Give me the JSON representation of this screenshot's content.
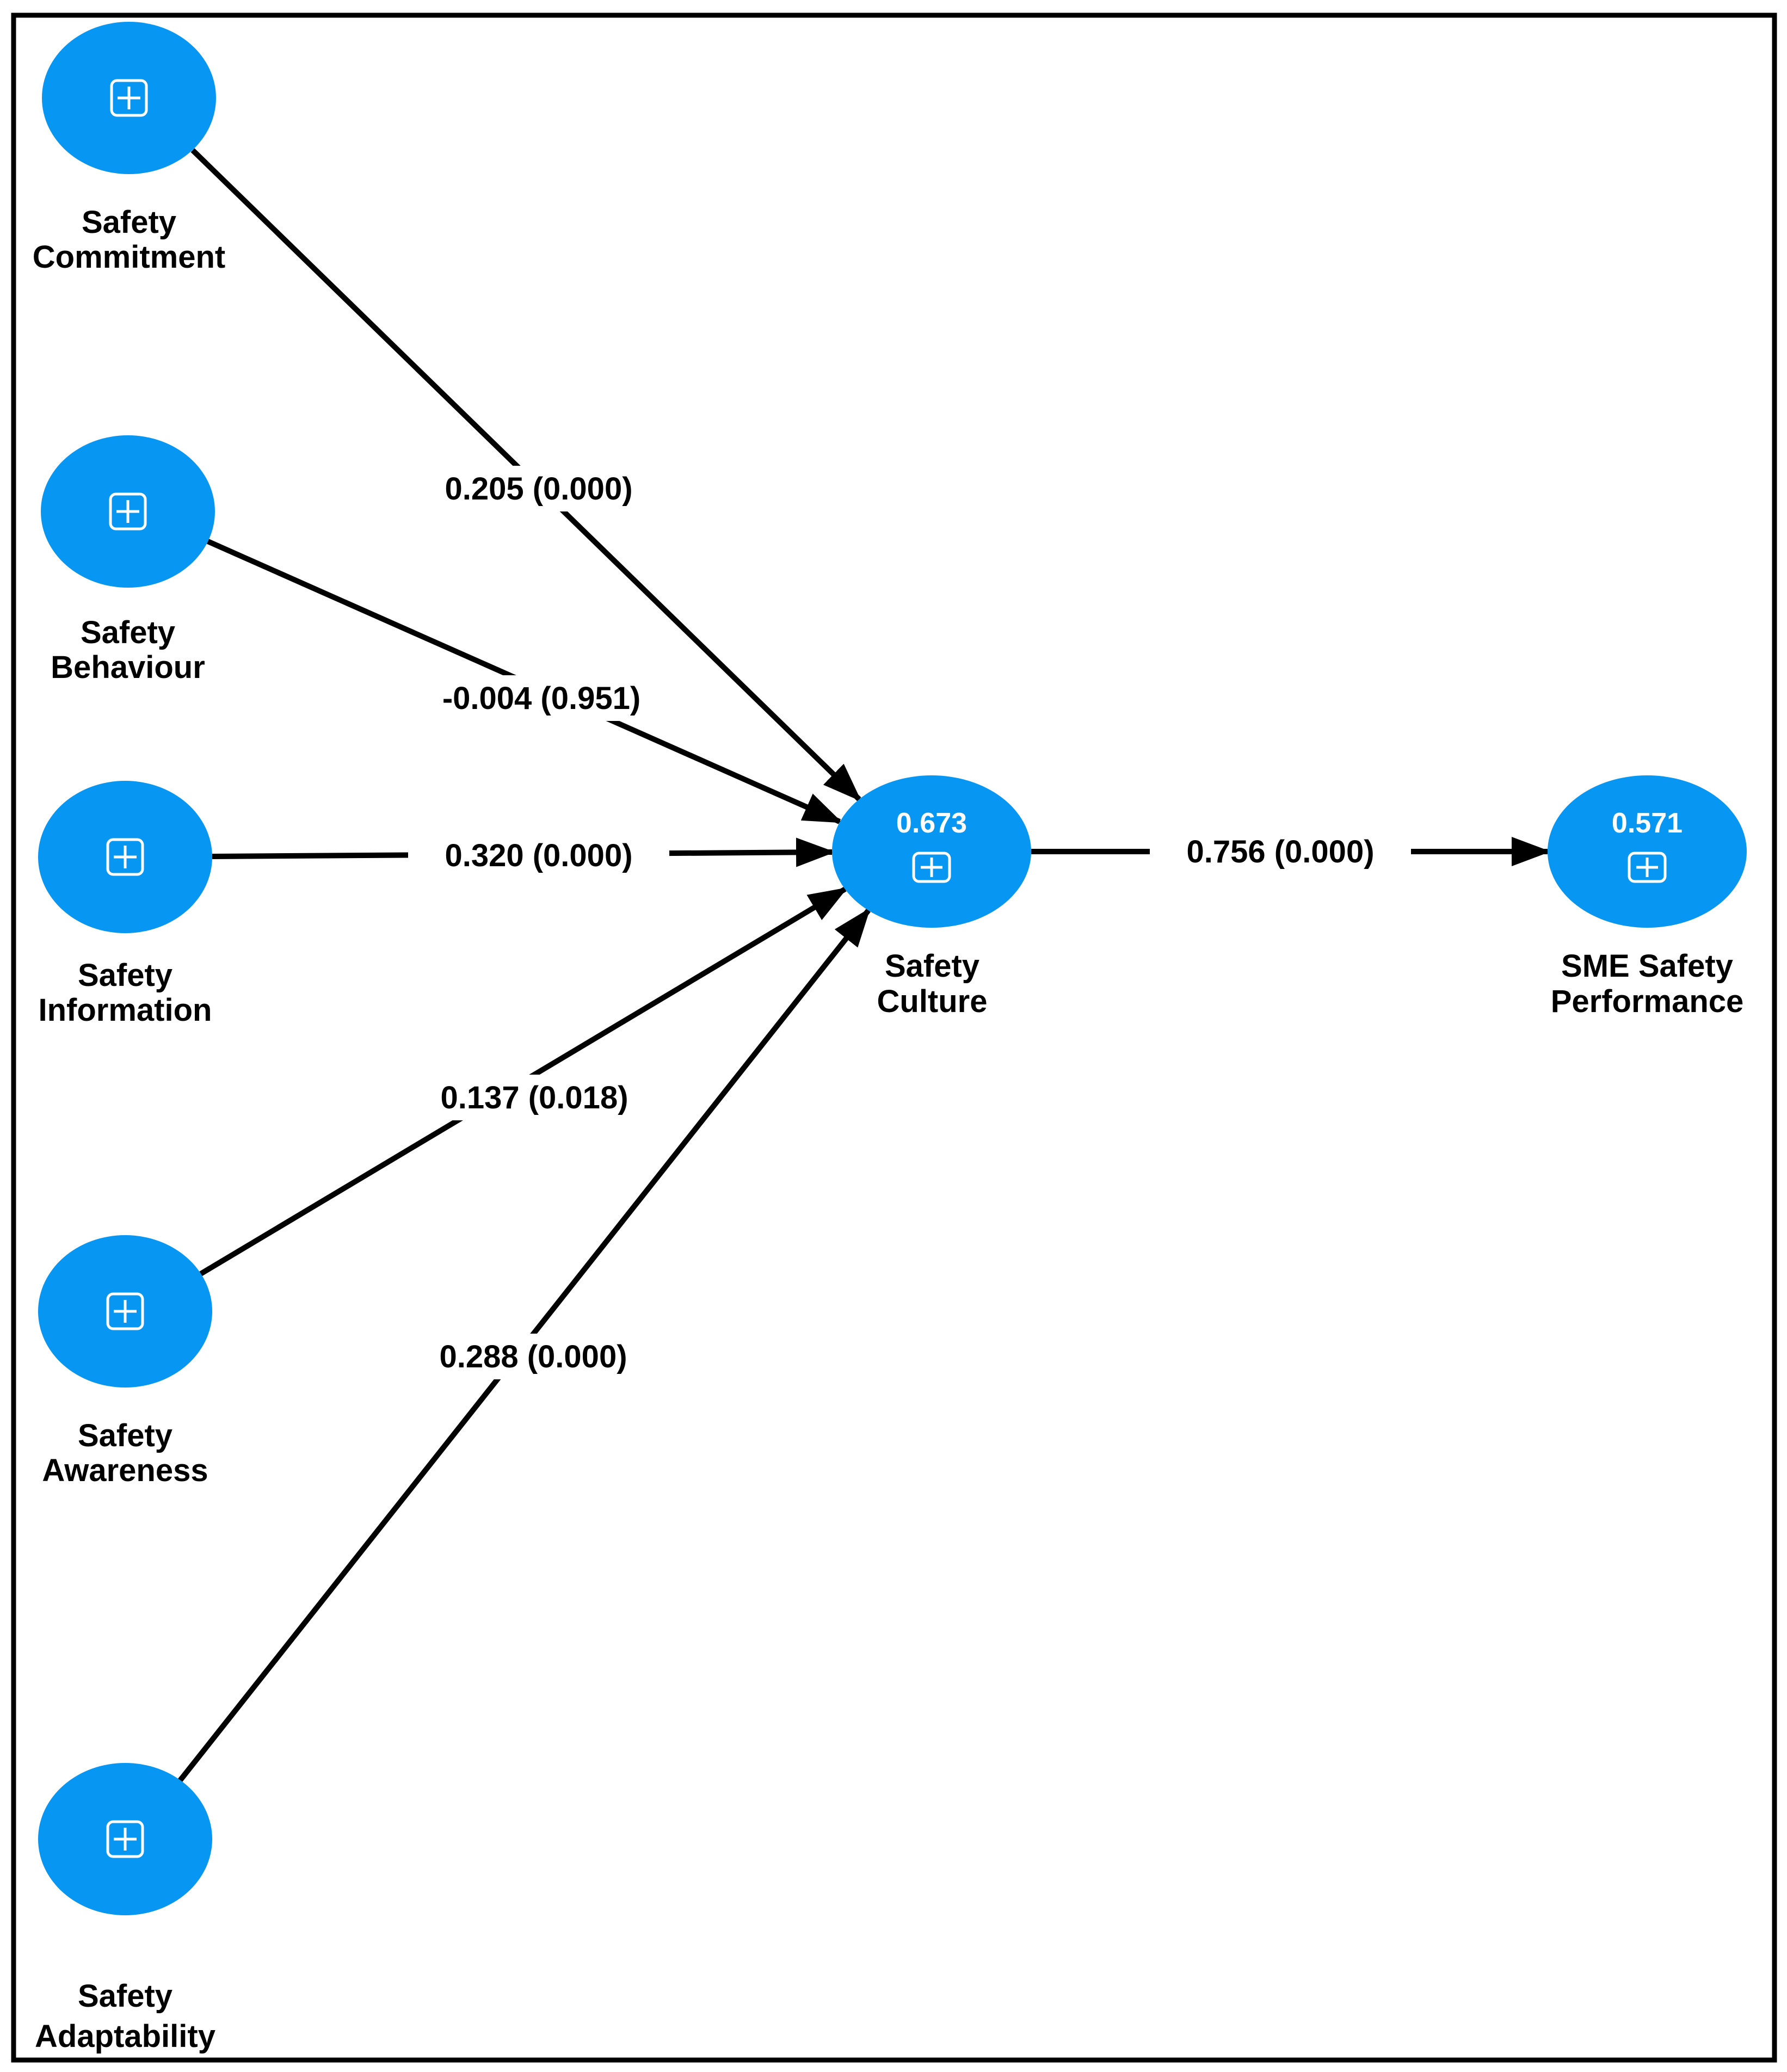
{
  "colors": {
    "node_fill": "#0896F3",
    "node_text": "#FFFFFF",
    "edge_stroke": "#000000",
    "label_text": "#000000",
    "label_bg": "#FFFFFF",
    "border": "#000000",
    "canvas_bg": "#FFFFFF"
  },
  "icons": {
    "expand_icon_name": "plus-square-icon",
    "expand_icon_glyph": "⊞"
  },
  "nodes": {
    "safety_commitment": {
      "label_line1": "Safety",
      "label_line2": "Commitment"
    },
    "safety_behaviour": {
      "label_line1": "Safety",
      "label_line2": "Behaviour"
    },
    "safety_information": {
      "label_line1": "Safety",
      "label_line2": "Information"
    },
    "safety_awareness": {
      "label_line1": "Safety",
      "label_line2": "Awareness"
    },
    "safety_adaptability": {
      "label_line1": "Safety",
      "label_line2": "Adaptability"
    },
    "safety_culture": {
      "label_line1": "Safety",
      "label_line2": "Culture",
      "value": "0.673"
    },
    "sme_safety_performance": {
      "label_line1": "SME Safety",
      "label_line2": "Performance",
      "value": "0.571"
    }
  },
  "edges": {
    "commitment_to_culture": {
      "label": "0.205 (0.000)"
    },
    "behaviour_to_culture": {
      "label": "-0.004 (0.951)"
    },
    "information_to_culture": {
      "label": "0.320 (0.000)"
    },
    "awareness_to_culture": {
      "label": "0.137 (0.018)"
    },
    "adaptability_to_culture": {
      "label": "0.288 (0.000)"
    },
    "culture_to_performance": {
      "label": "0.756 (0.000)"
    }
  }
}
